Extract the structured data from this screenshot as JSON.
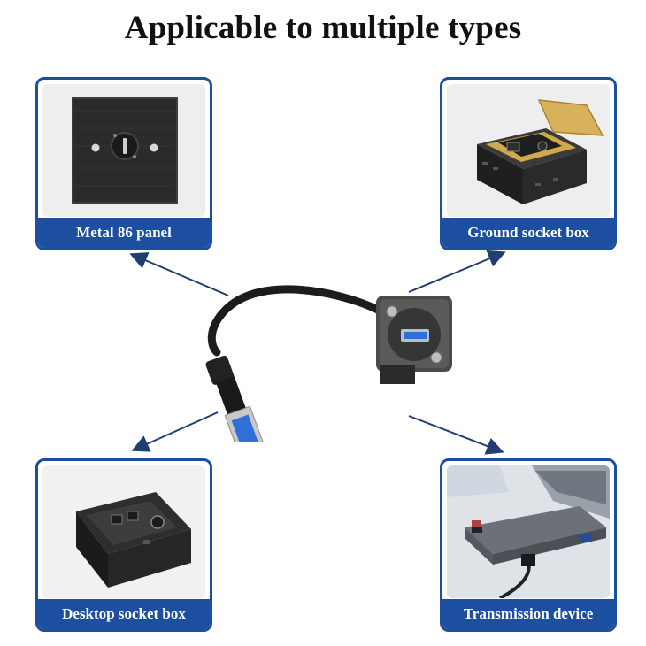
{
  "title": "Applicable to multiple types",
  "cards": {
    "top_left": {
      "label": "Metal 86 panel"
    },
    "top_right": {
      "label": "Ground socket box"
    },
    "bottom_left": {
      "label": "Desktop socket box"
    },
    "bottom_right": {
      "label": "Transmission device"
    }
  },
  "colors": {
    "accent": "#1c4fa0",
    "arrow": "#1f3f73"
  },
  "icons": {
    "arrow": "arrow-icon"
  }
}
